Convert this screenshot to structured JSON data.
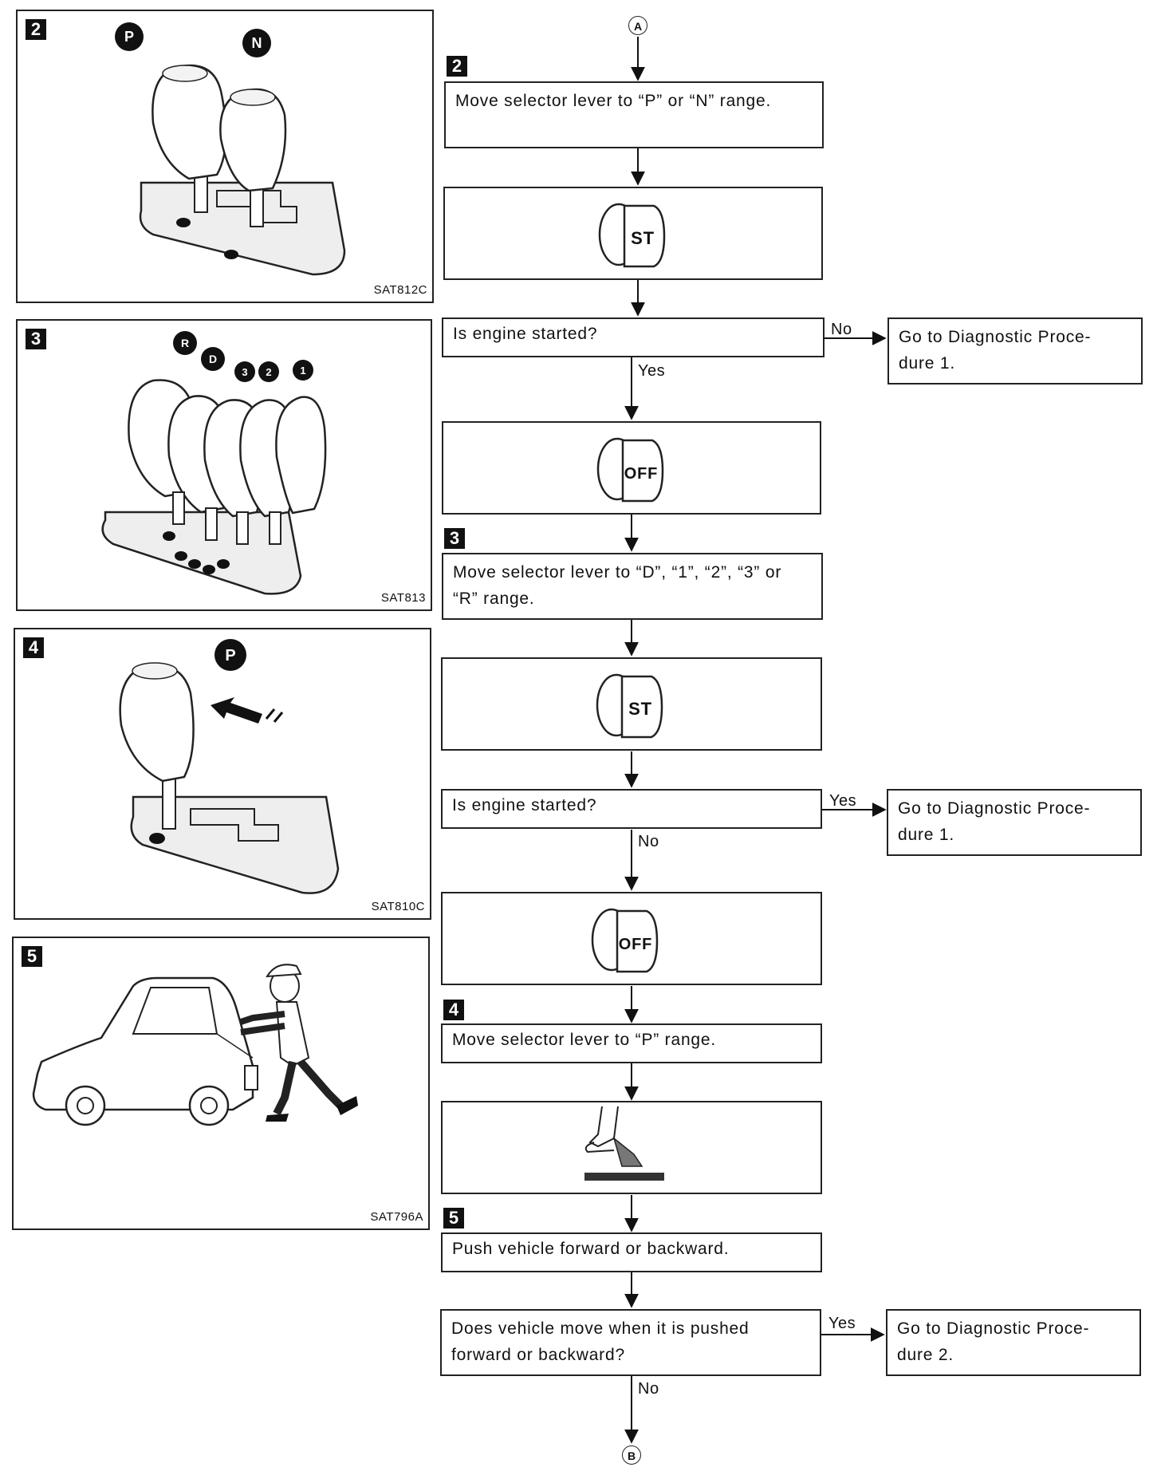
{
  "connectors": {
    "top": "A",
    "bottom": "B"
  },
  "figures": [
    {
      "step": "2",
      "code": "SAT812C",
      "range_labels": [
        "P",
        "N"
      ]
    },
    {
      "step": "3",
      "code": "SAT813",
      "range_labels": [
        "R",
        "D",
        "3",
        "2",
        "1"
      ]
    },
    {
      "step": "4",
      "code": "SAT810C",
      "range_labels": [
        "P"
      ]
    },
    {
      "step": "5",
      "code": "SAT796A",
      "range_labels": []
    }
  ],
  "flow": {
    "step2_badge": "2",
    "step2_text": "Move selector lever to “P” or “N” range.",
    "key1": "ST",
    "q1": "Is engine started?",
    "q1_no": "No",
    "q1_yes": "Yes",
    "q1_goto": "Go to Diagnostic Proce- dure 1.",
    "key2": "OFF",
    "step3_badge": "3",
    "step3_text": "Move selector lever to “D”, “1”, “2”, “3” or “R” range.",
    "key3": "ST",
    "q2": "Is engine started?",
    "q2_yes": "Yes",
    "q2_no": "No",
    "q2_goto": "Go to Diagnostic Proce- dure 1.",
    "key4": "OFF",
    "step4_badge": "4",
    "step4_text": "Move selector lever to “P” range.",
    "step5_badge": "5",
    "step5_text": "Push vehicle forward or backward.",
    "q3": "Does vehicle move when it is pushed forward or backward?",
    "q3_yes": "Yes",
    "q3_no": "No",
    "q3_goto": "Go to Diagnostic Proce- dure 2."
  }
}
